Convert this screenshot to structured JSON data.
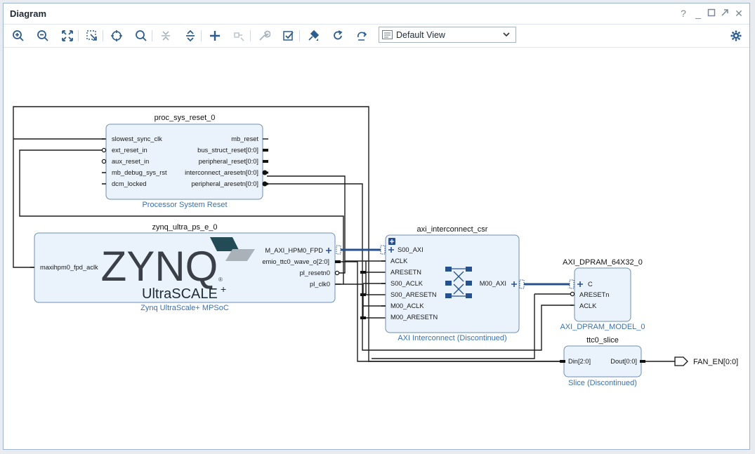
{
  "window": {
    "title": "Diagram",
    "help_label": "?",
    "minimize_label": "_",
    "close_label": "✕"
  },
  "toolbar": {
    "icons": [
      "zoom-in-icon",
      "zoom-out-icon",
      "fit-icon",
      "zoom-area-icon",
      "select-icon",
      "search-icon",
      "collapse-icon",
      "expand-icon",
      "add-ip-icon",
      "make-connection-icon",
      "properties-icon",
      "validate-icon",
      "auto-connect-icon",
      "refresh-icon",
      "regenerate-icon",
      "settings-icon"
    ],
    "view_select": "Default View"
  },
  "blocks": {
    "proc_sys_reset": {
      "instance": "proc_sys_reset_0",
      "type": "Processor System Reset",
      "inputs": [
        "slowest_sync_clk",
        "ext_reset_in",
        "aux_reset_in",
        "mb_debug_sys_rst",
        "dcm_locked"
      ],
      "outputs": [
        "mb_reset",
        "bus_struct_reset[0:0]",
        "peripheral_reset[0:0]",
        "interconnect_aresetn[0:0]",
        "peripheral_aresetn[0:0]"
      ]
    },
    "zynq": {
      "instance": "zynq_ultra_ps_e_0",
      "type": "Zynq UltraScale+ MPSoC",
      "logo_text": "ZYNQ",
      "logo_sub": "UltraSCALE",
      "logo_plus": "+",
      "logo_reg": "®",
      "inputs": [
        "maxihpm0_fpd_aclk"
      ],
      "outputs": [
        "M_AXI_HPM0_FPD",
        "emio_ttc0_wave_o[2:0]",
        "pl_resetn0",
        "pl_clk0"
      ]
    },
    "axi_interconnect": {
      "instance": "axi_interconnect_csr",
      "type": "AXI Interconnect (Discontinued)",
      "inputs": [
        "S00_AXI",
        "ACLK",
        "ARESETN",
        "S00_ACLK",
        "S00_ARESETN",
        "M00_ACLK",
        "M00_ARESETN"
      ],
      "outputs": [
        "M00_AXI"
      ]
    },
    "axi_dpram": {
      "instance": "AXI_DPRAM_64X32_0",
      "type": "AXI_DPRAM_MODEL_0",
      "inputs": [
        "C",
        "ARESETn",
        "ACLK"
      ]
    },
    "slice": {
      "instance": "ttc0_slice",
      "type": "Slice (Discontinued)",
      "inputs": [
        "Din[2:0]"
      ],
      "outputs": [
        "Dout[0:0]"
      ]
    }
  },
  "ports": {
    "fan_en": "FAN_EN[0:0]"
  },
  "colors": {
    "block_fill": "#eaf3fb",
    "block_stroke": "#6e8fb4",
    "bus": "#27508f",
    "type_label": "#3a72b0"
  }
}
